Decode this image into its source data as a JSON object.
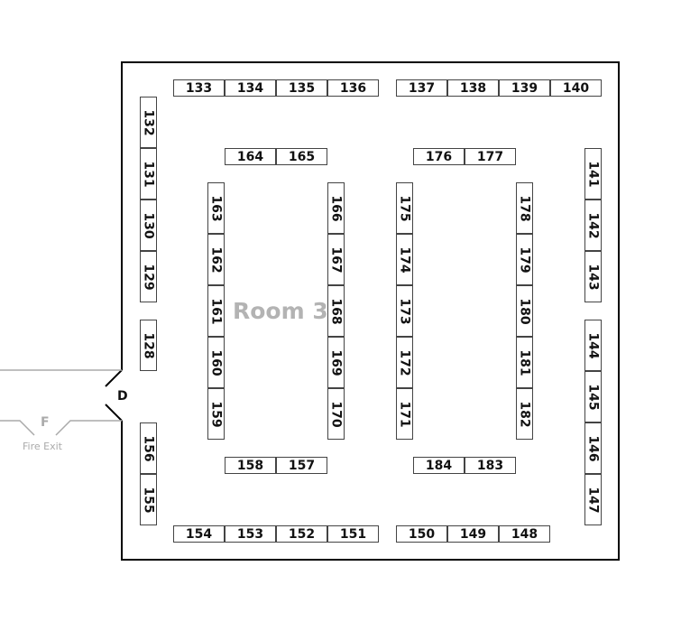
{
  "room": {
    "name": "Room 3"
  },
  "door": {
    "label": "D"
  },
  "fire_exit": {
    "letter": "F",
    "label": "Fire Exit"
  },
  "colors": {
    "wall": "#000000",
    "booth_border": "#444444",
    "room_label": "#b3b3b3",
    "exit": "#aaaaaa"
  },
  "booth_groups": [
    {
      "group": "top-left-row",
      "orientation": "horizontal",
      "booths": [
        "133",
        "134",
        "135",
        "136"
      ]
    },
    {
      "group": "top-right-row",
      "orientation": "horizontal",
      "booths": [
        "137",
        "138",
        "139",
        "140"
      ]
    },
    {
      "group": "left-wall-upper",
      "orientation": "vertical",
      "booths": [
        "132",
        "131",
        "130",
        "129"
      ]
    },
    {
      "group": "left-wall-middle",
      "orientation": "vertical",
      "booths": [
        "128"
      ]
    },
    {
      "group": "left-wall-lower",
      "orientation": "vertical",
      "booths": [
        "156",
        "155"
      ]
    },
    {
      "group": "right-wall-upper",
      "orientation": "vertical",
      "booths": [
        "141",
        "142",
        "143"
      ]
    },
    {
      "group": "right-wall-lower",
      "orientation": "vertical",
      "booths": [
        "144",
        "145",
        "146",
        "147"
      ]
    },
    {
      "group": "island-left-top",
      "orientation": "horizontal",
      "booths": [
        "164",
        "165"
      ]
    },
    {
      "group": "island-left-bottom",
      "orientation": "horizontal",
      "booths": [
        "158",
        "157"
      ]
    },
    {
      "group": "island-left-west",
      "orientation": "vertical",
      "booths": [
        "163",
        "162",
        "161",
        "160",
        "159"
      ]
    },
    {
      "group": "island-left-east",
      "orientation": "vertical",
      "booths": [
        "166",
        "167",
        "168",
        "169",
        "170"
      ]
    },
    {
      "group": "island-right-top",
      "orientation": "horizontal",
      "booths": [
        "176",
        "177"
      ]
    },
    {
      "group": "island-right-bottom",
      "orientation": "horizontal",
      "booths": [
        "184",
        "183"
      ]
    },
    {
      "group": "island-right-west",
      "orientation": "vertical",
      "booths": [
        "175",
        "174",
        "173",
        "172",
        "171"
      ]
    },
    {
      "group": "island-right-east",
      "orientation": "vertical",
      "booths": [
        "178",
        "179",
        "180",
        "181",
        "182"
      ]
    },
    {
      "group": "bottom-left-row",
      "orientation": "horizontal",
      "booths": [
        "154",
        "153",
        "152",
        "151"
      ]
    },
    {
      "group": "bottom-right-row",
      "orientation": "horizontal",
      "booths": [
        "150",
        "149",
        "148"
      ]
    }
  ]
}
